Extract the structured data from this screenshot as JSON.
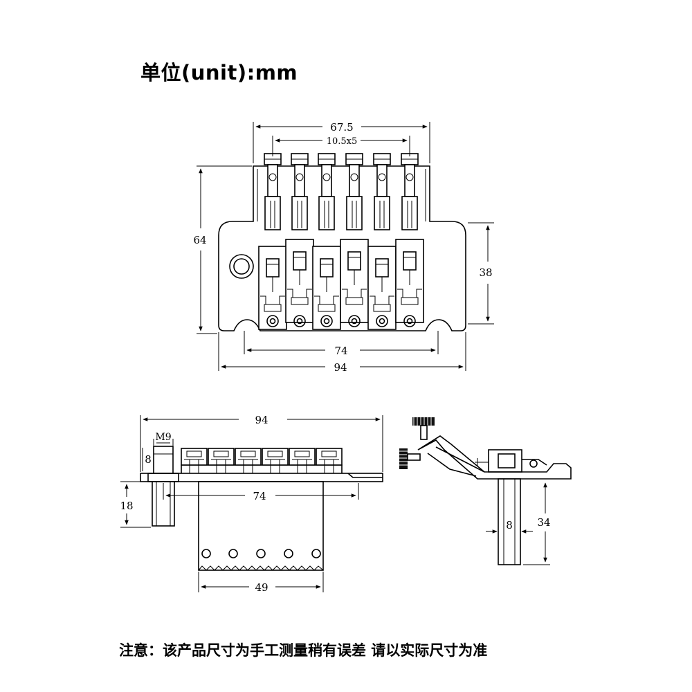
{
  "header": {
    "unit_label": "单位(unit):mm"
  },
  "top_view": {
    "dims": {
      "overall_width": "67.5",
      "spacing": "10.5x5",
      "height": "64",
      "base_height": "38",
      "stud_span": "74",
      "base_width": "94"
    }
  },
  "front_view": {
    "dims": {
      "overall_width": "94",
      "thread": "M9",
      "thread_length": "8",
      "stud_height": "18",
      "stud_span": "74",
      "block_width": "49"
    }
  },
  "side_view": {
    "dims": {
      "block_thickness": "8",
      "block_height": "34"
    }
  },
  "footer": {
    "note": "注意：该产品尺寸为手工测量稍有误差 请以实际尺寸为准"
  }
}
